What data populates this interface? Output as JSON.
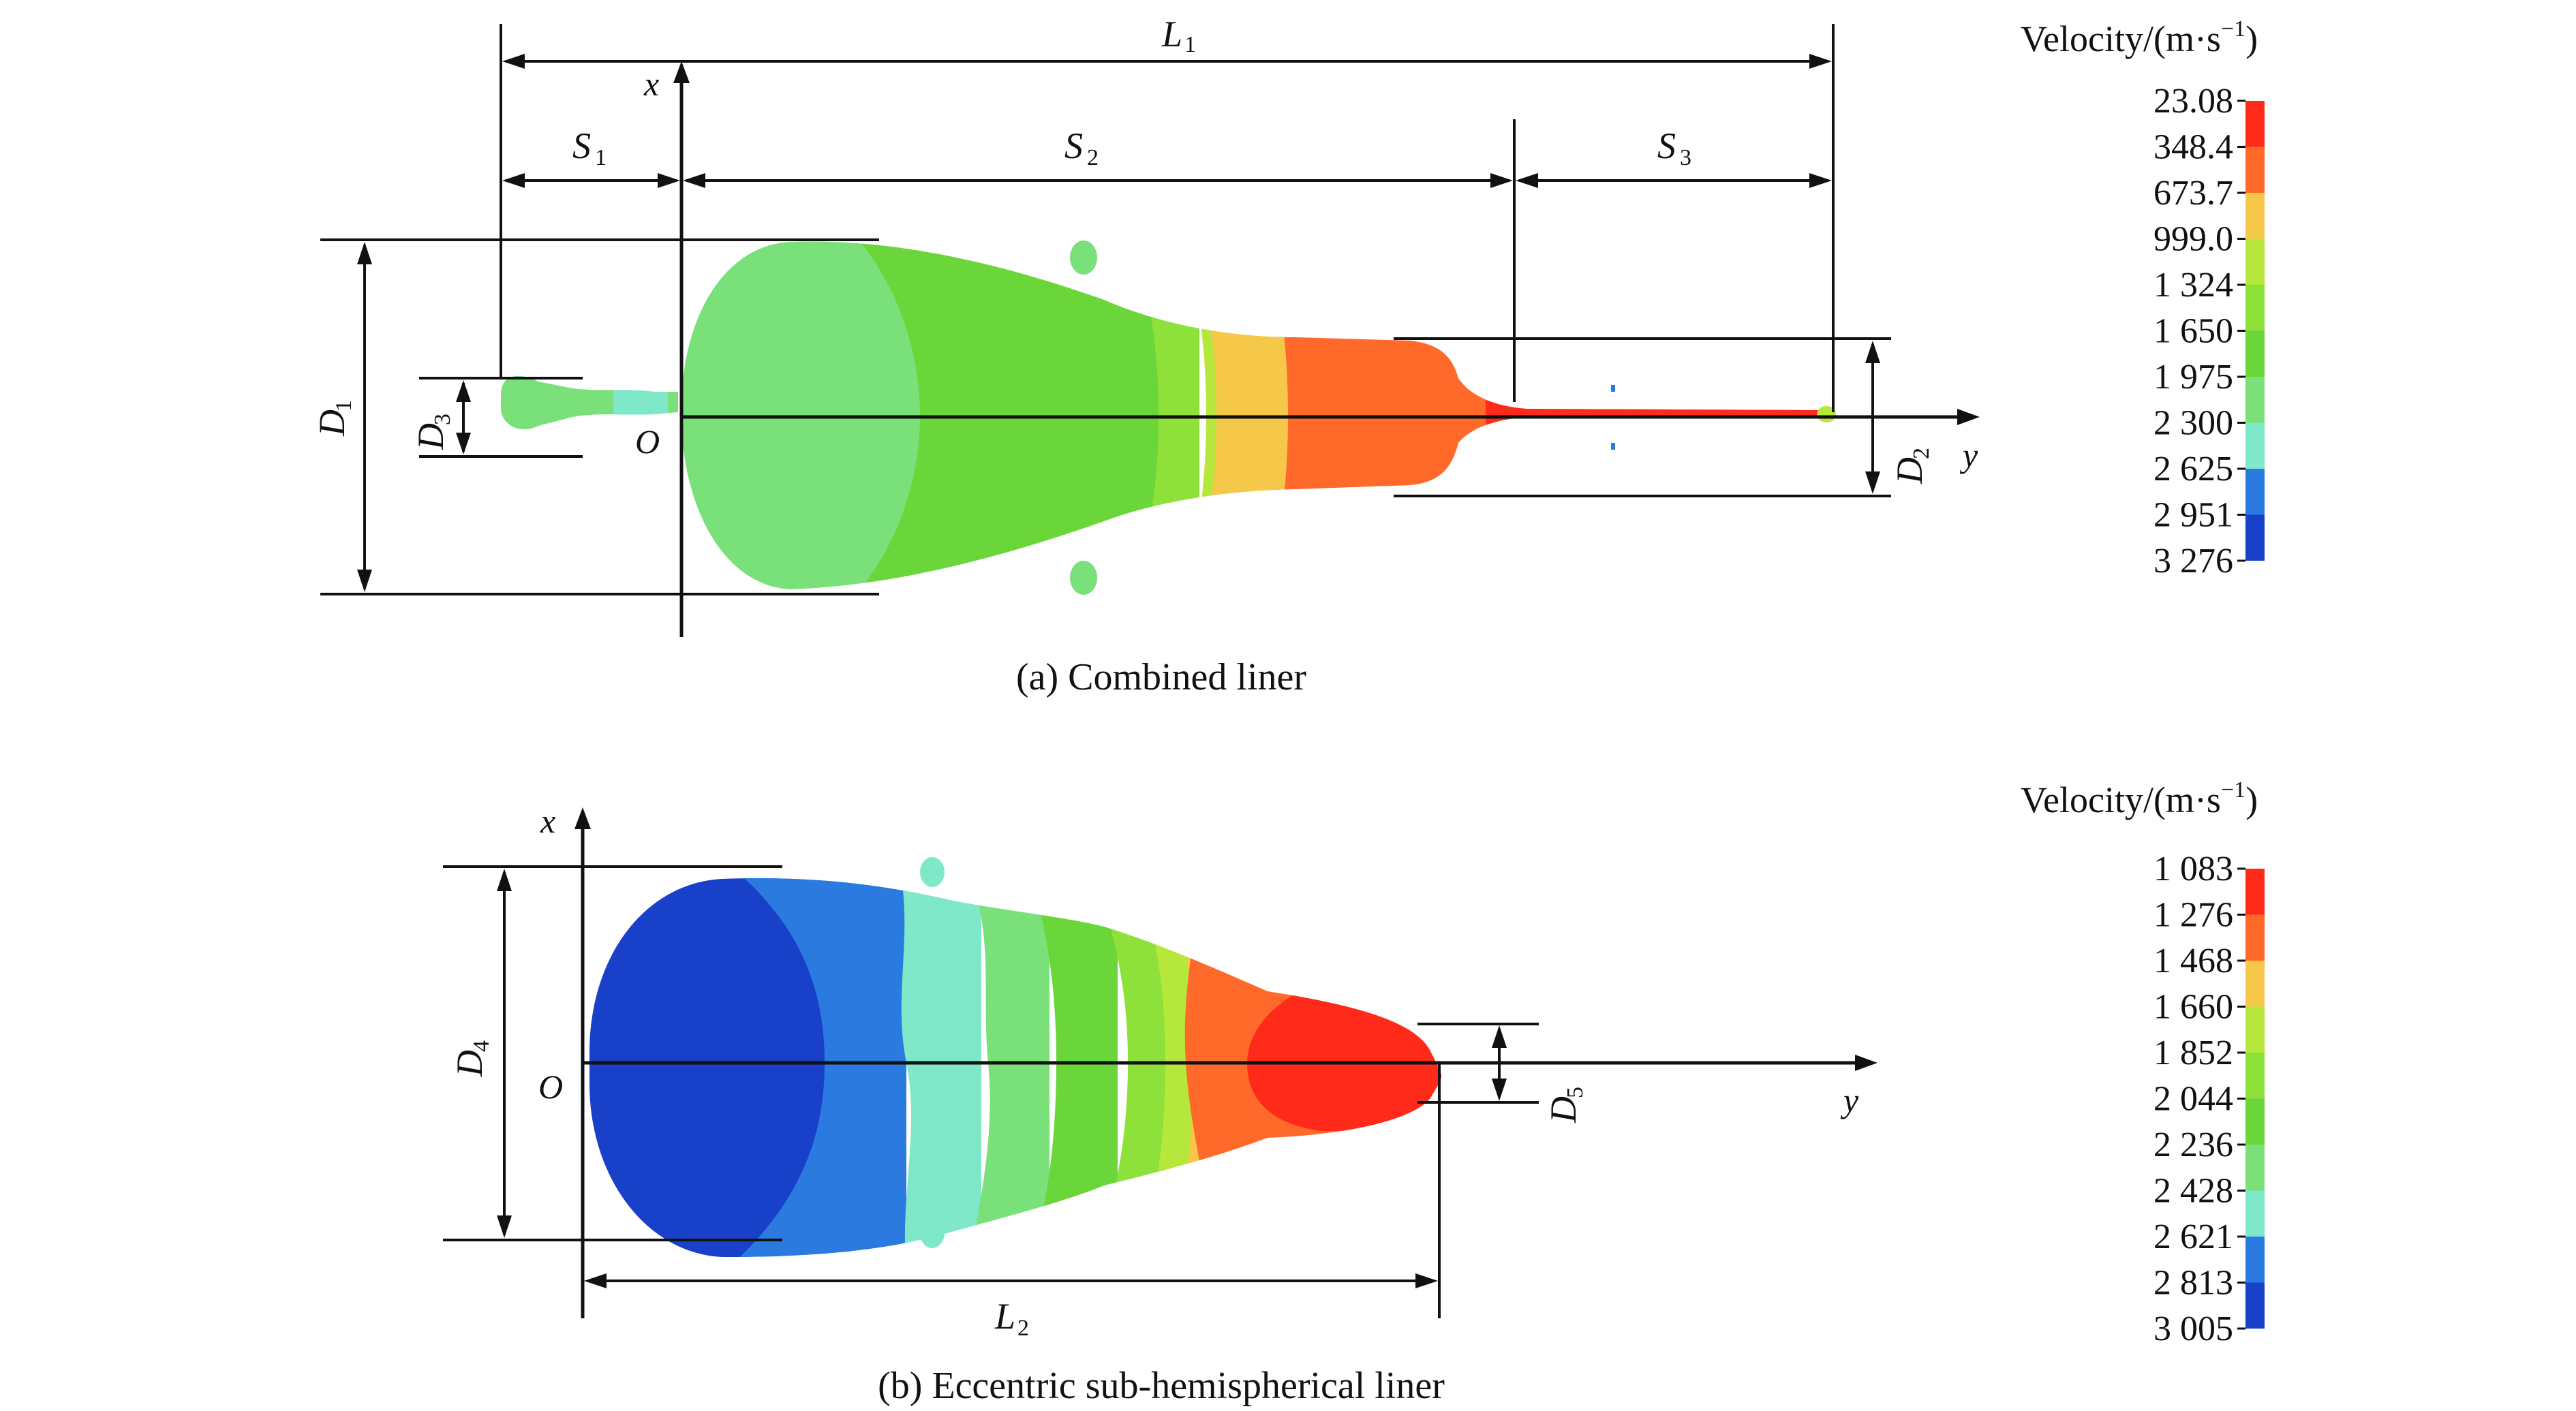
{
  "panel_a": {
    "caption": "(a) Combined liner",
    "axis_x": "x",
    "axis_y": "y",
    "origin": "O",
    "dims": {
      "L1": {
        "main": "L",
        "sub": "1"
      },
      "S1": {
        "main": "S",
        "sub": "1"
      },
      "S2": {
        "main": "S",
        "sub": "2"
      },
      "S3": {
        "main": "S",
        "sub": "3"
      },
      "D1": {
        "main": "D",
        "sub": "1"
      },
      "D2": {
        "main": "D",
        "sub": "2"
      },
      "D3": {
        "main": "D",
        "sub": "3"
      }
    },
    "legend": {
      "title": "Velocity/(m·s",
      "title_sup": "−1",
      "title_end": ")",
      "values": [
        "23.08",
        "348.4",
        "673.7",
        "999.0",
        "1 324",
        "1 650",
        "1 975",
        "2 300",
        "2 625",
        "2 951",
        "3 276"
      ],
      "colors": [
        "#ff2a1a",
        "#ff6a2a",
        "#f5c84a",
        "#b5e83a",
        "#8ee03a",
        "#6ad63a",
        "#7ae07a",
        "#7ee8c8",
        "#2a7ae0",
        "#1840c8"
      ]
    }
  },
  "panel_b": {
    "caption": "(b) Eccentric sub-hemispherical liner",
    "axis_x": "x",
    "axis_y": "y",
    "origin": "O",
    "dims": {
      "L2": {
        "main": "L",
        "sub": "2"
      },
      "D4": {
        "main": "D",
        "sub": "4"
      },
      "D5": {
        "main": "D",
        "sub": "5"
      }
    },
    "legend": {
      "title": "Velocity/(m·s",
      "title_sup": "−1",
      "title_end": ")",
      "values": [
        "1 083",
        "1 276",
        "1 468",
        "1 660",
        "1 852",
        "2 044",
        "2 236",
        "2 428",
        "2 621",
        "2 813",
        "3 005"
      ],
      "colors": [
        "#ff2a1a",
        "#ff6a2a",
        "#f5c84a",
        "#b5e83a",
        "#8ee03a",
        "#6ad63a",
        "#7ae07a",
        "#7ee8c8",
        "#2a7ae0",
        "#1840c8"
      ]
    }
  }
}
